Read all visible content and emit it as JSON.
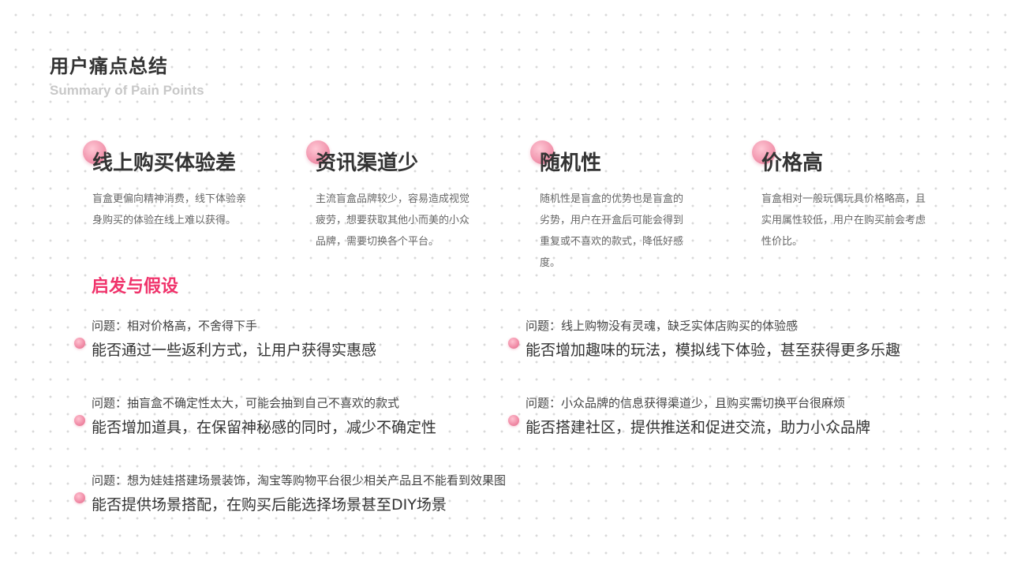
{
  "header": {
    "title": "用户痛点总结",
    "subtitle": "Summary of Pain Points"
  },
  "pain_points": [
    {
      "title": "线上购买体验差",
      "desc": "盲盒更偏向精神消费，线下体验亲身购买的体验在线上难以获得。"
    },
    {
      "title": "资讯渠道少",
      "desc": "主流盲盒品牌较少，容易造成视觉疲劳，想要获取其他小而美的小众品牌，需要切换各个平台。"
    },
    {
      "title": "随机性",
      "desc": "随机性是盲盒的优势也是盲盒的劣势，用户在开盒后可能会得到重复或不喜欢的款式，降低好感度。"
    },
    {
      "title": "价格高",
      "desc": "盲盒相对一般玩偶玩具价格略高，且实用属性较低，用户在购买前会考虑性价比。"
    }
  ],
  "section": {
    "title": "启发与假设"
  },
  "hypotheses": [
    {
      "question": "问题：相对价格高，不舍得下手",
      "answer": "能否通过一些返利方式，让用户获得实惠感"
    },
    {
      "question": "问题：线上购物没有灵魂，缺乏实体店购买的体验感",
      "answer": "能否增加趣味的玩法，模拟线下体验，甚至获得更多乐趣"
    },
    {
      "question": "问题：抽盲盒不确定性太大，可能会抽到自己不喜欢的款式",
      "answer": "能否增加道具，在保留神秘感的同时，减少不确定性"
    },
    {
      "question": "问题：小众品牌的信息获得渠道少，且购买需切换平台很麻烦",
      "answer": "能否搭建社区，提供推送和促进交流，助力小众品牌"
    },
    {
      "question": "问题：想为娃娃搭建场景装饰，淘宝等购物平台很少相关产品且不能看到效果图",
      "answer": "能否提供场景搭配，在购买后能选择场景甚至DIY场景"
    }
  ],
  "colors": {
    "accent": "#f0336b",
    "dot_pink": "#f28fa9",
    "subtitle_gray": "#c8c8c8"
  }
}
